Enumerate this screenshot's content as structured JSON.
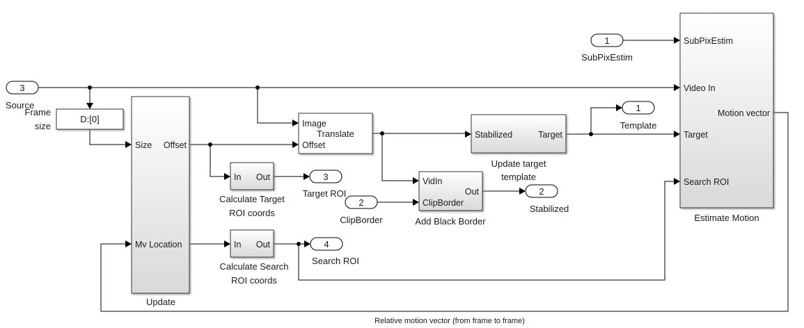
{
  "blocks": {
    "update": {
      "name": "Update",
      "ports_in": [
        "Size",
        "Mv Location"
      ],
      "ports_out": [
        "Offset"
      ]
    },
    "delay": {
      "name": "Frame size",
      "name_lines": [
        "Frame",
        "size"
      ],
      "content": "D:[0]"
    },
    "translate": {
      "name": "Translate",
      "ports_in": [
        "Image",
        "Offset"
      ]
    },
    "calc_target": {
      "name_lines": [
        "Calculate Target",
        "ROI coords"
      ],
      "ports_in": [
        "In"
      ],
      "ports_out": [
        "Out"
      ]
    },
    "calc_search": {
      "name_lines": [
        "Calculate Search",
        "ROI coords"
      ],
      "ports_in": [
        "In"
      ],
      "ports_out": [
        "Out"
      ]
    },
    "update_template": {
      "name_lines": [
        "Update target",
        "template"
      ],
      "ports_in": [
        "Stabilized"
      ],
      "ports_out": [
        "Target"
      ]
    },
    "add_border": {
      "name": "Add Black Border",
      "ports_in": [
        "VidIn",
        "ClipBorder"
      ],
      "ports_out": [
        "Out"
      ]
    },
    "estimate_motion": {
      "name": "Estimate Motion",
      "ports_in": [
        "SubPixEstim",
        "Video In",
        "Target",
        "Search ROI"
      ],
      "ports_out": [
        "Motion vector"
      ]
    }
  },
  "inports": {
    "source": {
      "number": "3",
      "name": "Source"
    },
    "subpix": {
      "number": "1",
      "name": "SubPixEstim"
    },
    "clipborder": {
      "number": "2",
      "name": "ClipBorder"
    }
  },
  "outports": {
    "template": {
      "number": "1",
      "name": "Template"
    },
    "stabilized": {
      "number": "2",
      "name": "Stabilized"
    },
    "target_roi": {
      "number": "3",
      "name": "Target ROI"
    },
    "search_roi": {
      "number": "4",
      "name": "Search ROI"
    }
  },
  "signals": {
    "feedback_label": "Relative motion vector (from frame to frame)"
  }
}
